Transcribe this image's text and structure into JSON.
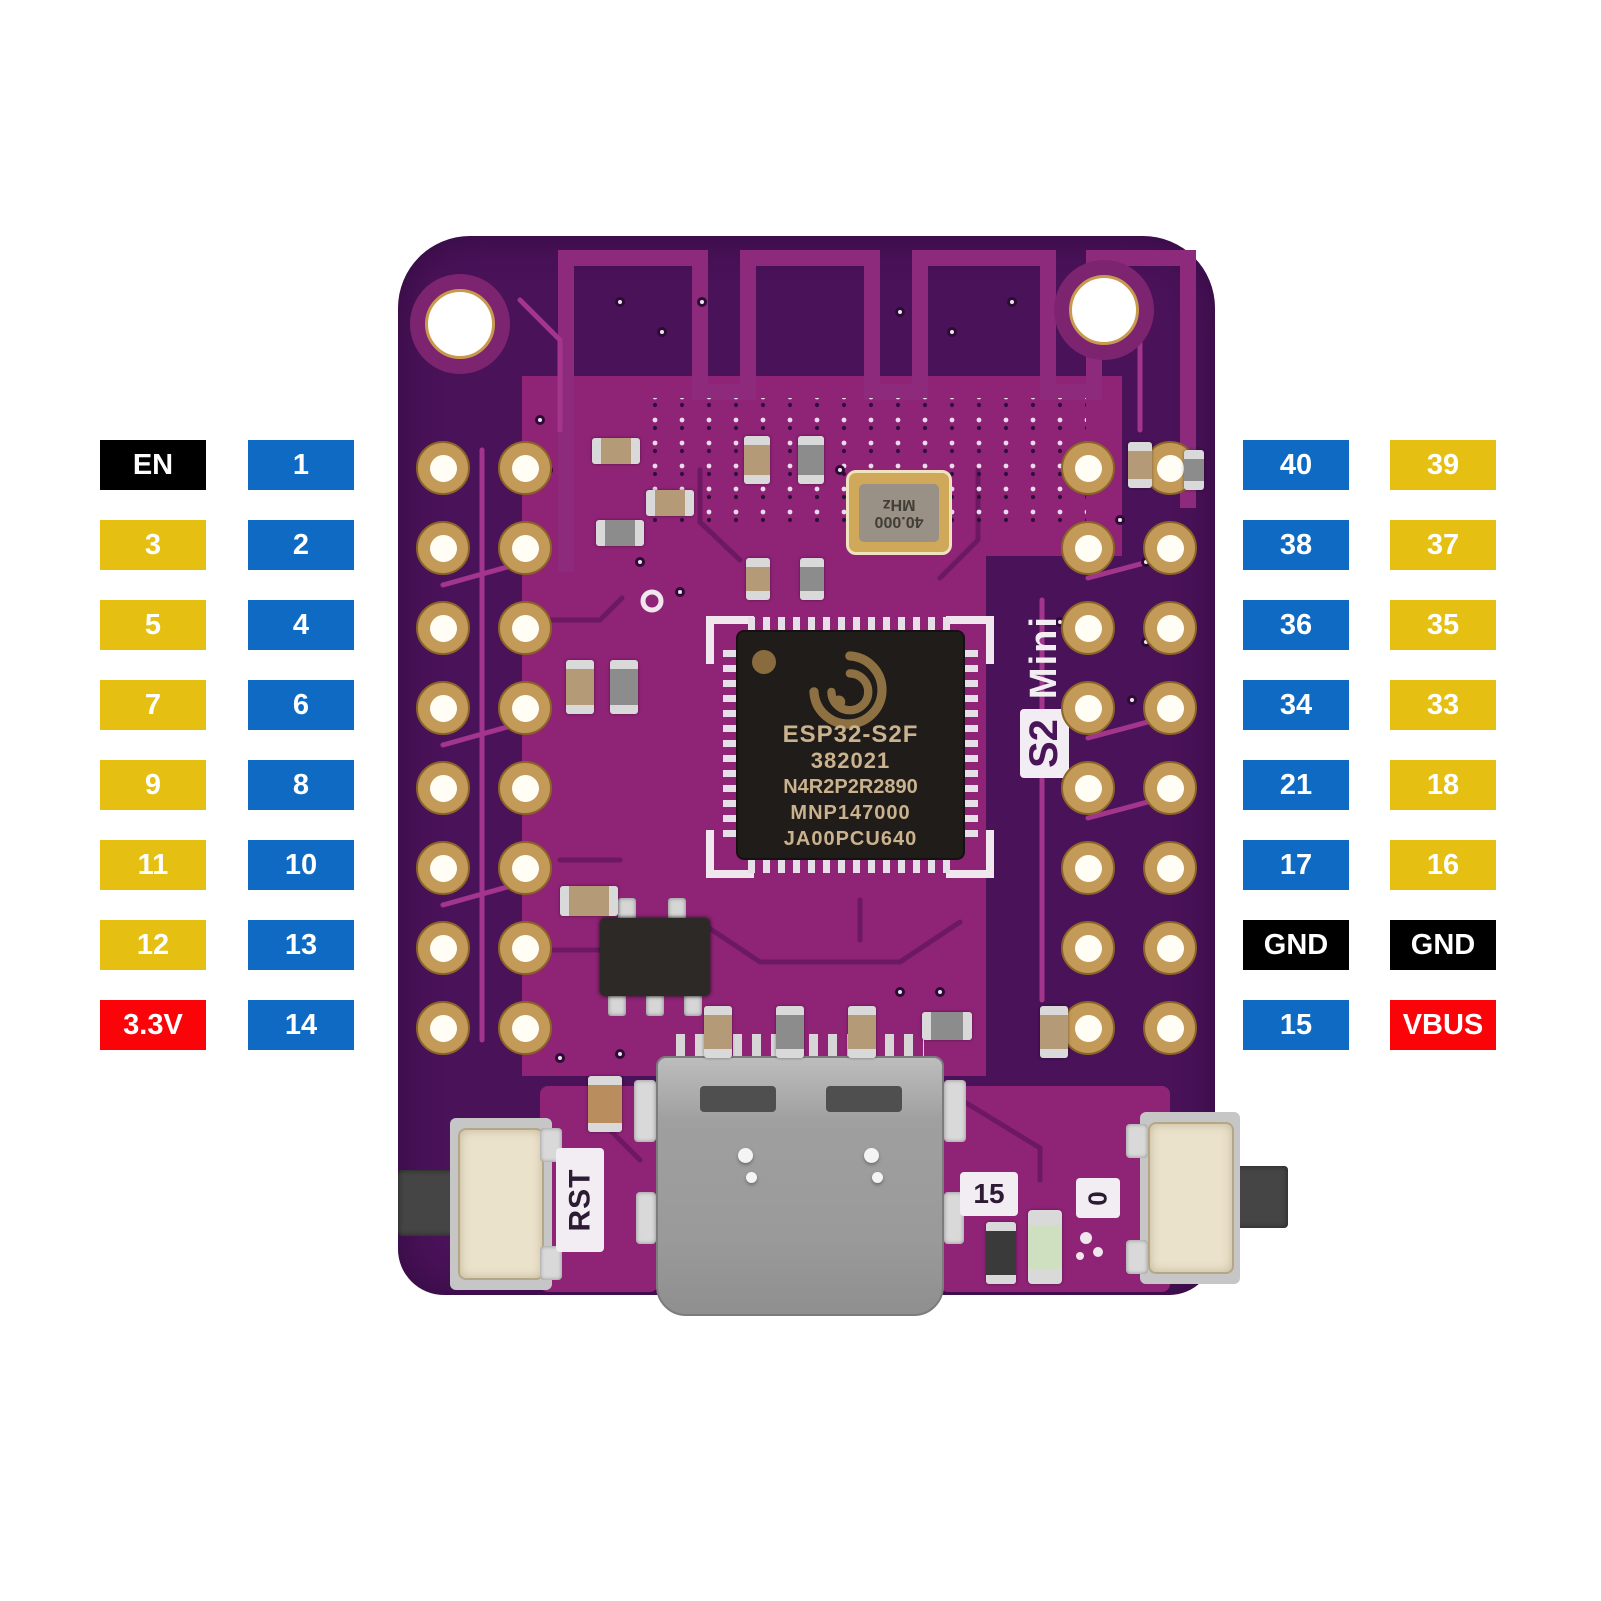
{
  "pin_labels": {
    "left_outer": [
      {
        "label": "EN",
        "color": "black"
      },
      {
        "label": "3",
        "color": "yellow"
      },
      {
        "label": "5",
        "color": "yellow"
      },
      {
        "label": "7",
        "color": "yellow"
      },
      {
        "label": "9",
        "color": "yellow"
      },
      {
        "label": "11",
        "color": "yellow"
      },
      {
        "label": "12",
        "color": "yellow"
      },
      {
        "label": "3.3V",
        "color": "red"
      }
    ],
    "left_inner": [
      {
        "label": "1",
        "color": "blue"
      },
      {
        "label": "2",
        "color": "blue"
      },
      {
        "label": "4",
        "color": "blue"
      },
      {
        "label": "6",
        "color": "blue"
      },
      {
        "label": "8",
        "color": "blue"
      },
      {
        "label": "10",
        "color": "blue"
      },
      {
        "label": "13",
        "color": "blue"
      },
      {
        "label": "14",
        "color": "blue"
      }
    ],
    "right_inner": [
      {
        "label": "40",
        "color": "blue"
      },
      {
        "label": "38",
        "color": "blue"
      },
      {
        "label": "36",
        "color": "blue"
      },
      {
        "label": "34",
        "color": "blue"
      },
      {
        "label": "21",
        "color": "blue"
      },
      {
        "label": "17",
        "color": "blue"
      },
      {
        "label": "GND",
        "color": "black"
      },
      {
        "label": "15",
        "color": "blue"
      }
    ],
    "right_outer": [
      {
        "label": "39",
        "color": "yellow"
      },
      {
        "label": "37",
        "color": "yellow"
      },
      {
        "label": "35",
        "color": "yellow"
      },
      {
        "label": "33",
        "color": "yellow"
      },
      {
        "label": "18",
        "color": "yellow"
      },
      {
        "label": "16",
        "color": "yellow"
      },
      {
        "label": "GND",
        "color": "black"
      },
      {
        "label": "VBUS",
        "color": "red"
      }
    ]
  },
  "board": {
    "chip": {
      "logo": "espressif-swirl-logo",
      "lines": [
        "ESP32-S2F",
        "382021",
        "N4R2P2R2890",
        "MNP147000",
        "JA00PCU640"
      ]
    },
    "crystal": {
      "line1": "40.000",
      "line2": "MHz"
    },
    "silkscreen": {
      "model": "S2",
      "model_suffix": "Mini",
      "reset_label": "RST",
      "pin15_label": "15",
      "boot_label": "0"
    }
  },
  "colors": {
    "label_blue": "#0e6ac2",
    "label_yellow": "#e5c012",
    "label_red": "#fb0409",
    "label_black": "#000000",
    "board_dark_purple": "#4a1259",
    "board_bright_magenta": "#8f2376",
    "trace_magenta": "#a3368c",
    "pad_gold": "#c39a58"
  }
}
